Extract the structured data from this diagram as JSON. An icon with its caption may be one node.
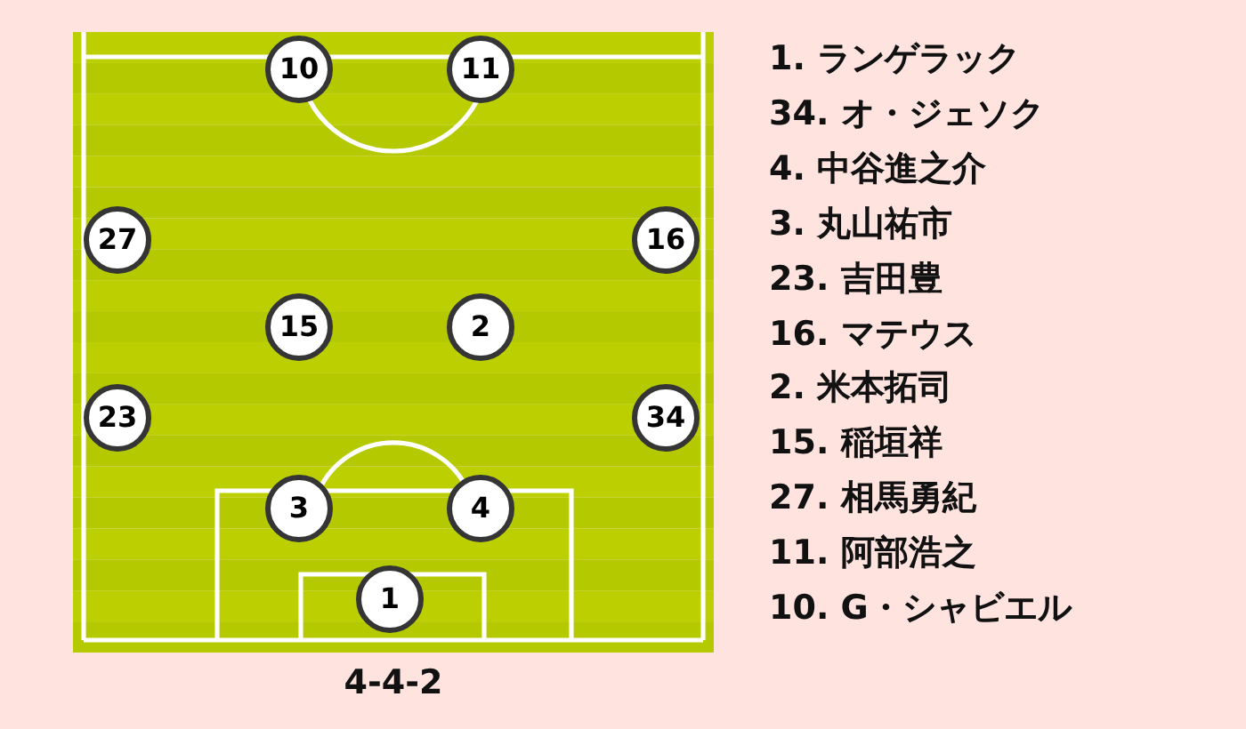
{
  "diagram": {
    "caption": "4-4-2",
    "nodes": [
      {
        "text": [
          "10"
        ]
      },
      {
        "text": [
          "11"
        ]
      },
      {
        "text": [
          "27"
        ]
      },
      {
        "text": [
          "16"
        ]
      },
      {
        "text": [
          "15"
        ]
      },
      {
        "text": [
          "2"
        ]
      },
      {
        "text": [
          "23"
        ]
      },
      {
        "text": [
          "34"
        ]
      },
      {
        "text": [
          "3"
        ]
      },
      {
        "text": [
          "4"
        ]
      },
      {
        "text": [
          "1"
        ]
      }
    ],
    "labels": [
      "1. ランゲラック",
      "34. オ・ジェソク",
      "4. 中谷進之介",
      "3. 丸山祐市",
      "23. 吉田豊",
      "16. マテウス",
      "2. 米本拓司",
      "15. 稲垣祥",
      "27. 相馬勇紀",
      "11. 阿部浩之",
      "10. G・シャビエル"
    ]
  }
}
